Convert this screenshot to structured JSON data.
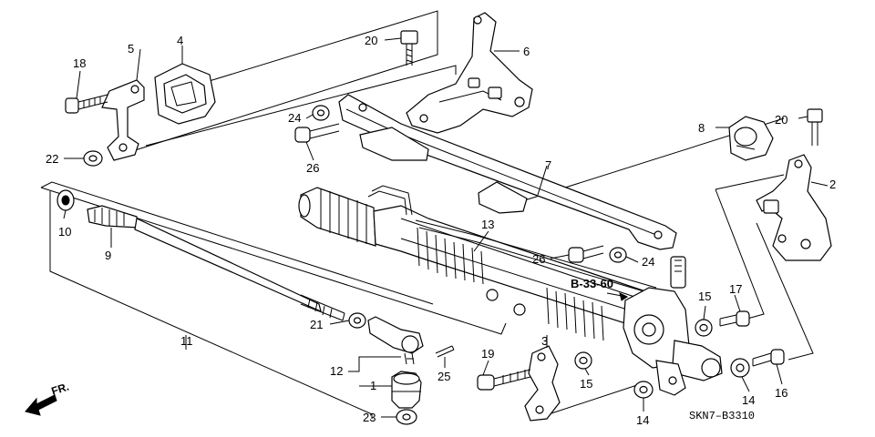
{
  "callouts": {
    "c1": "1",
    "c2": "2",
    "c3": "3",
    "c4": "4",
    "c5": "5",
    "c6": "6",
    "c7": "7",
    "c8": "8",
    "c9": "9",
    "c10": "10",
    "c11": "11",
    "c12": "12",
    "c13": "13",
    "c14a": "14",
    "c14b": "14",
    "c15a": "15",
    "c15b": "15",
    "c16": "16",
    "c17": "17",
    "c18": "18",
    "c19": "19",
    "c20a": "20",
    "c20b": "20",
    "c21": "21",
    "c22": "22",
    "c23": "23",
    "c24a": "24",
    "c24b": "24",
    "c25": "25",
    "c26a": "26",
    "c26b": "26"
  },
  "reference": "B-33-60",
  "direction": "FR.",
  "diagram_code": "SKN7–B3310"
}
